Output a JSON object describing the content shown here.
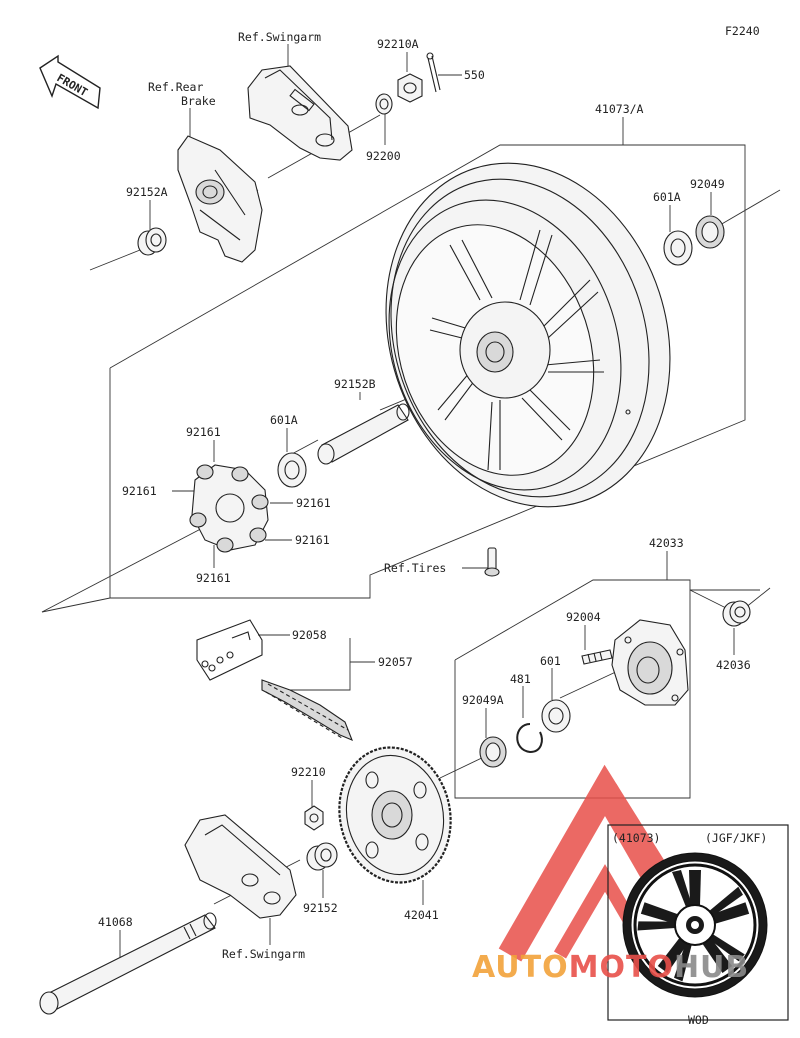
{
  "diagram": {
    "figure_code": "F2240",
    "front_label": "FRONT",
    "labels": {
      "ref_swingarm_top": "Ref.Swingarm",
      "ref_rear": "Ref.Rear",
      "brake": "Brake",
      "p92210A": "92210A",
      "p550": "550",
      "p92200": "92200",
      "p41073A": "41073/A",
      "p92049": "92049",
      "p601A_top": "601A",
      "p92152A": "92152A",
      "p92152B": "92152B",
      "p601A_left": "601A",
      "p92161_top": "92161",
      "p92161_left": "92161",
      "p92161_right1": "92161",
      "p92161_right2": "92161",
      "p92161_bottom": "92161",
      "ref_tires": "Ref.Tires",
      "p42033": "42033",
      "p92058": "92058",
      "p92057": "92057",
      "p92004": "92004",
      "p481": "481",
      "p601": "601",
      "p92049A": "92049A",
      "p42036": "42036",
      "p92210": "92210",
      "p92152": "92152",
      "p42041": "42041",
      "p41068": "41068",
      "ref_swingarm_bottom": "Ref.Swingarm"
    },
    "inset": {
      "ref": "(41073)",
      "variant": "(JGF/JKF)",
      "footer": "WOD"
    },
    "watermark": "AUTOMOTOHUB"
  },
  "colors": {
    "line": "#333333",
    "watermark_red": "#e8504a",
    "watermark_orange": "#f2a23a",
    "watermark_gray": "#8a8a8a"
  }
}
